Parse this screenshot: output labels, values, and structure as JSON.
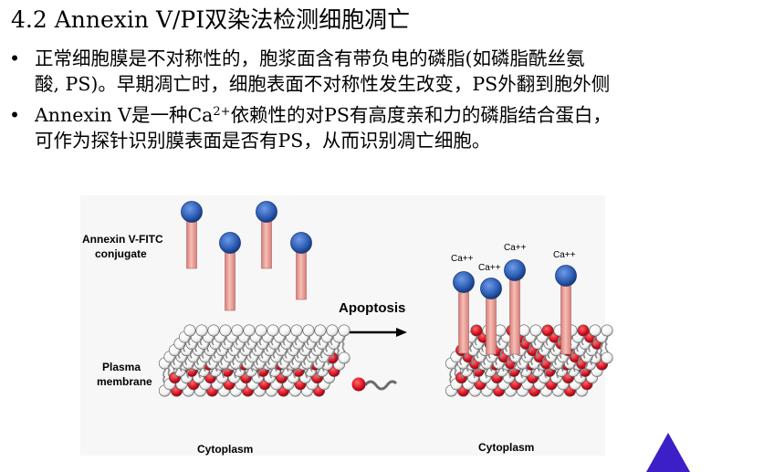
{
  "title": "4.2 Annexin V/PI双染法检测细胞凋亡",
  "bullets": [
    {
      "line1": "正常细胞膜是不对称性的，胞浆面含有带负电的磷脂(如磷脂酰丝氨",
      "line2": "酸, PS)。早期凋亡时，细胞表面不对称性发生改变，PS外翻到胞外侧"
    },
    {
      "line1_pre": "Annexin V是一种Ca",
      "line1_sup": "2+",
      "line1_post": "依赖性的对PS有高度亲和力的磷脂结合蛋白，",
      "line2": "可作为探针识别膜表面是否有PS，从而识别凋亡细胞。"
    }
  ],
  "figure": {
    "label_annexin_1": "Annexin V-FITC",
    "label_annexin_2": "conjugate",
    "label_plasma_1": "Plasma",
    "label_plasma_2": "membrane",
    "label_cytoplasm_left": "Cytoplasm",
    "label_cytoplasm_right": "Cytoplasm",
    "label_apoptosis": "Apoptosis",
    "ca_label": "Ca++",
    "colors": {
      "probe_head": "#2f5fb8",
      "probe_stalk": "#f0a8a0",
      "ps_head": "#e01a2a",
      "lipid_head": "#ffffff"
    }
  }
}
